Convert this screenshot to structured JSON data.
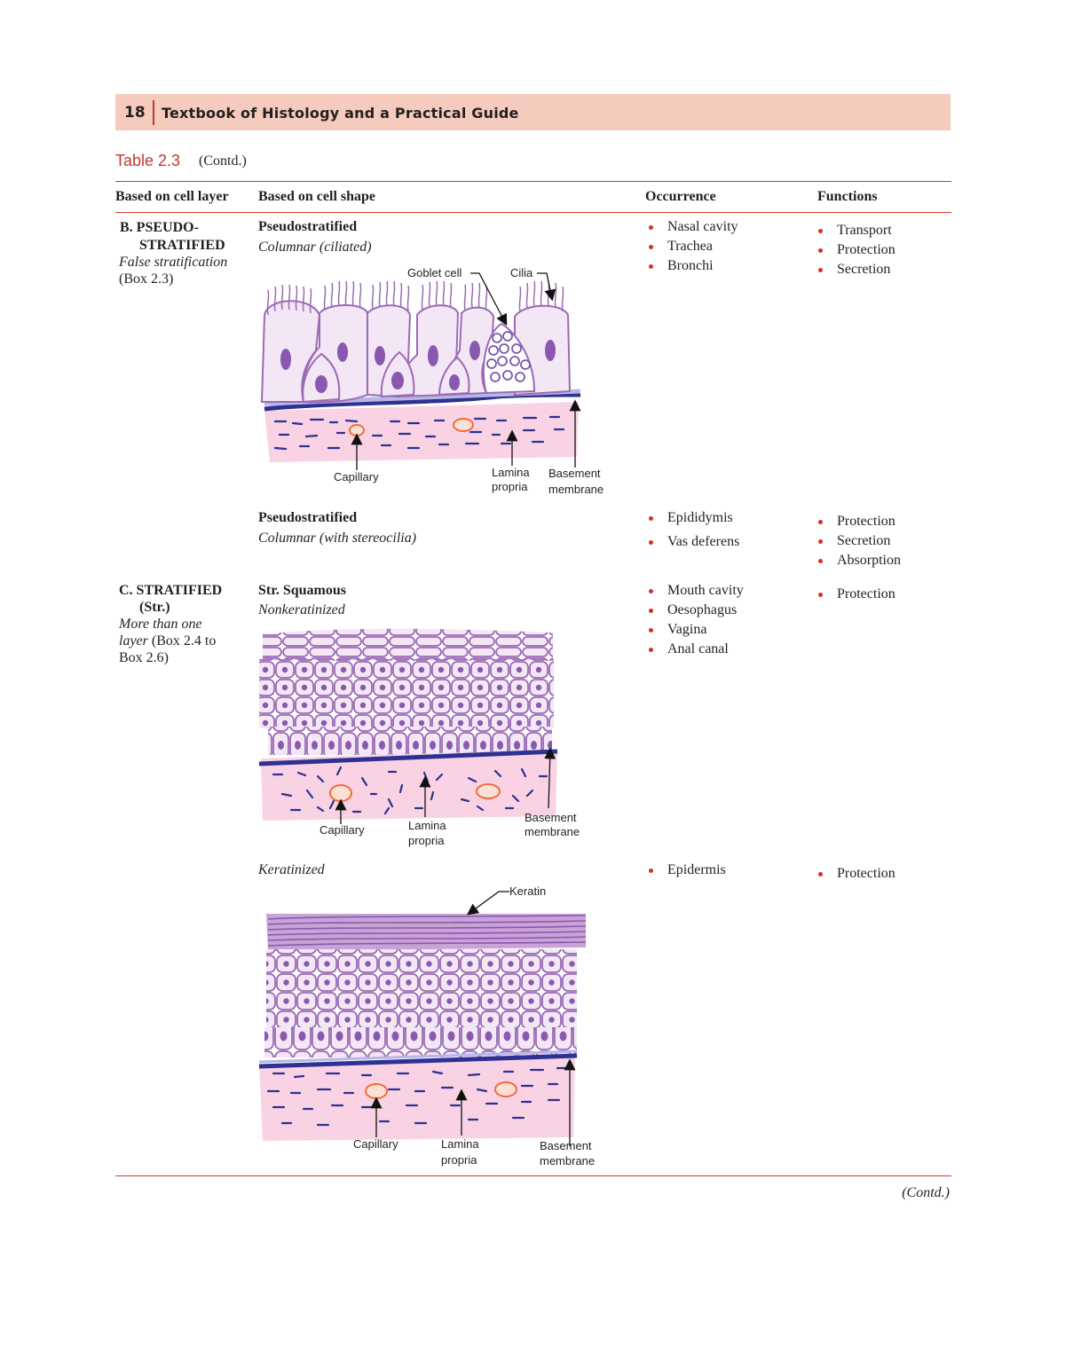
{
  "header": {
    "page_number": "18",
    "book_title": "Textbook of Histology and a Practical Guide"
  },
  "table": {
    "label": "Table 2.3",
    "contd": "(Contd.)",
    "columns": [
      "Based on cell layer",
      "Based on cell shape",
      "Occurrence",
      "Functions"
    ]
  },
  "rows": [
    {
      "layer_title_1": "B. PSEUDO-",
      "layer_title_2": "STRATIFIED",
      "layer_note": "False stratification",
      "layer_box": "(Box 2.3)",
      "shape_title": "Pseudostratified",
      "shape_sub": "Columnar (ciliated)",
      "occurrence": [
        "Nasal cavity",
        "Trachea",
        "Bronchi"
      ],
      "functions": [
        "Transport",
        "Protection",
        "Secretion"
      ],
      "figure_labels": {
        "goblet": "Goblet cell",
        "cilia": "Cilia",
        "capillary": "Capillary",
        "lamina_1": "Lamina",
        "lamina_2": "propria",
        "basement_1": "Basement",
        "basement_2": "membrane"
      }
    },
    {
      "shape_title": "Pseudostratified",
      "shape_sub": "Columnar (with stereocilia)",
      "occurrence": [
        "Epididymis",
        "Vas deferens"
      ],
      "functions": [
        "Protection",
        "Secretion",
        "Absorption"
      ]
    },
    {
      "layer_title_1": "C. STRATIFIED",
      "layer_title_2": "(Str.)",
      "layer_note_1": "More than one",
      "layer_note_2": "layer",
      "layer_note_2_rest": " (Box 2.4 to",
      "layer_note_3": "Box 2.6)",
      "shape_title": "Str. Squamous",
      "shape_sub": "Nonkeratinized",
      "occurrence": [
        "Mouth cavity",
        "Oesophagus",
        "Vagina",
        "Anal canal"
      ],
      "functions": [
        "Protection"
      ],
      "figure_labels": {
        "capillary": "Capillary",
        "lamina_1": "Lamina",
        "lamina_2": "propria",
        "basement_1": "Basement",
        "basement_2": "membrane"
      }
    },
    {
      "shape_sub": "Keratinized",
      "occurrence": [
        "Epidermis"
      ],
      "functions": [
        "Protection"
      ],
      "figure_labels": {
        "keratin": "Keratin",
        "capillary": "Capillary",
        "lamina_1": "Lamina",
        "lamina_2": "propria",
        "basement_1": "Basement",
        "basement_2": "membrane"
      }
    }
  ],
  "footer": {
    "contd": "(Contd.)"
  },
  "colors": {
    "header_band": "#f4cbbd",
    "accent_red": "#d43b2f",
    "cell_fill": "#f3e6f5",
    "cell_stroke": "#9b6bb5",
    "nucleus": "#8a58b0",
    "basement": "#2e3192",
    "connective": "#f9d3e3",
    "capillary": "#f26b3a"
  }
}
